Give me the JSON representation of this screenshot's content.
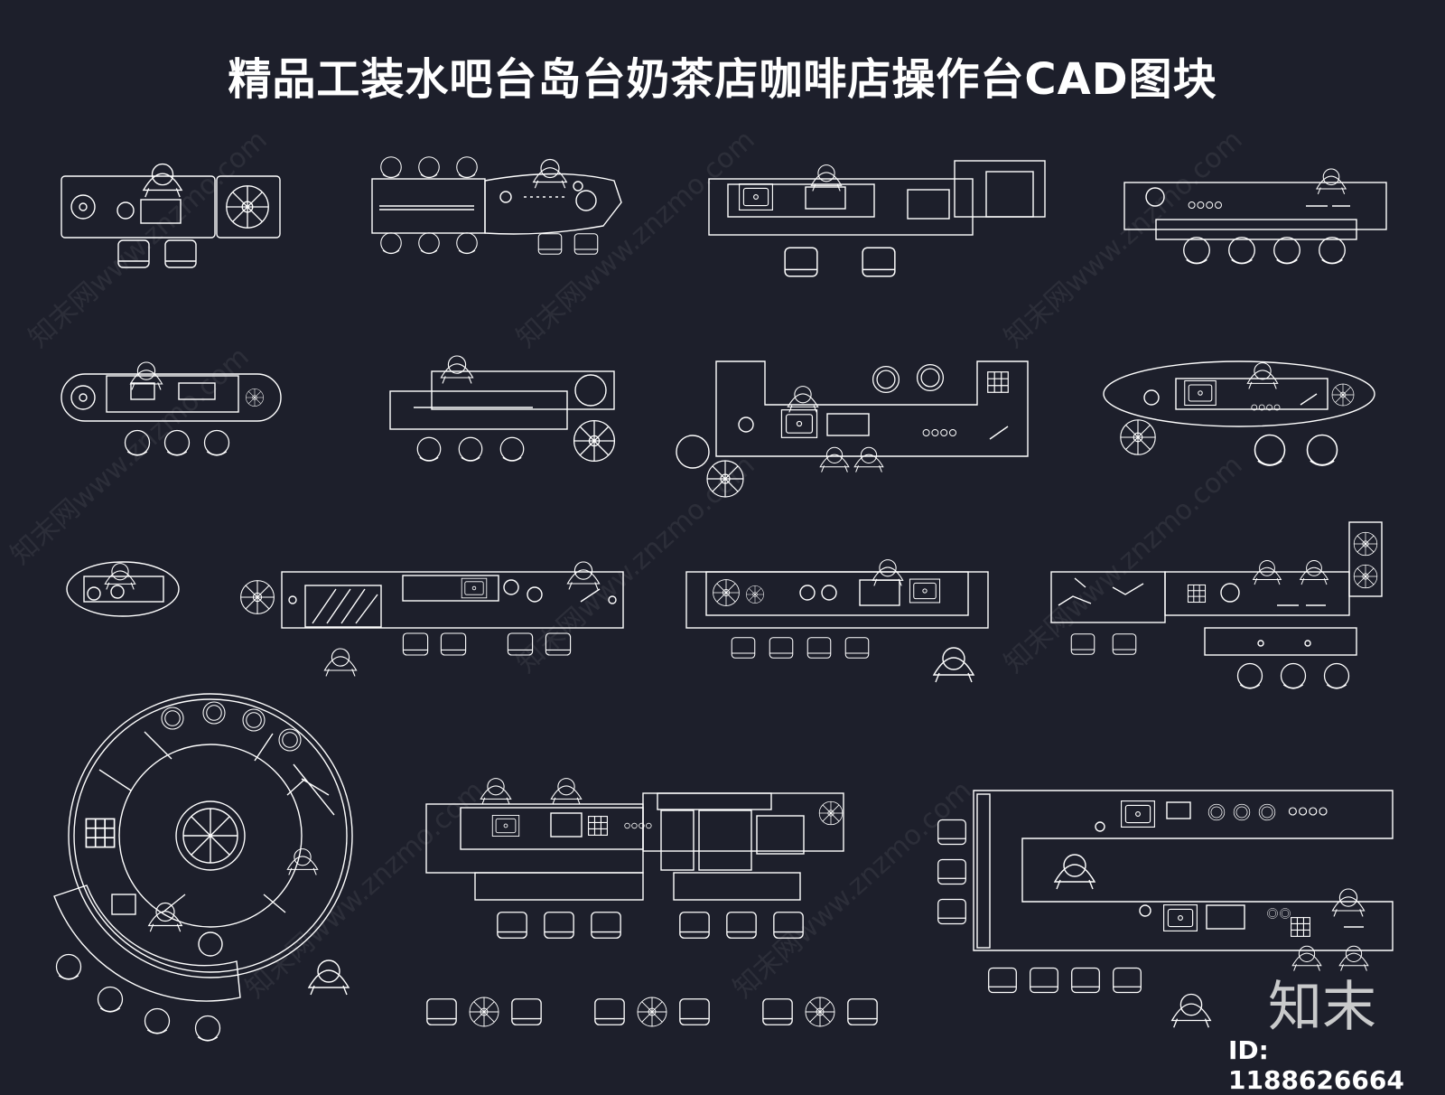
{
  "title": "精品工装水吧台岛台奶茶店咖啡店操作台CAD图块",
  "brand": "知末",
  "id_label": "ID: 1188626664",
  "watermark": "知末网www.znzmo.com",
  "colors": {
    "background": "#1d1f2b",
    "lines": "#ffffff",
    "text": "#ffffff"
  }
}
